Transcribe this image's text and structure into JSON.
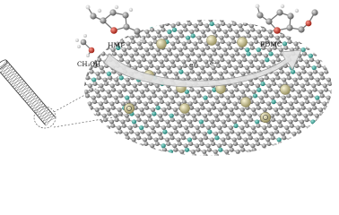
{
  "labels": {
    "hmf": "HMF",
    "fdmc": "FDMC",
    "methanol": "CH₃OH",
    "electron_1": "e-",
    "electron_2": "e-"
  },
  "colors": {
    "carbon": "#8a8a8a",
    "nitrogen": "#2fa89a",
    "metal": "#c9c28a",
    "oxygen": "#c0392b",
    "arrow": "#d9d9d9"
  }
}
